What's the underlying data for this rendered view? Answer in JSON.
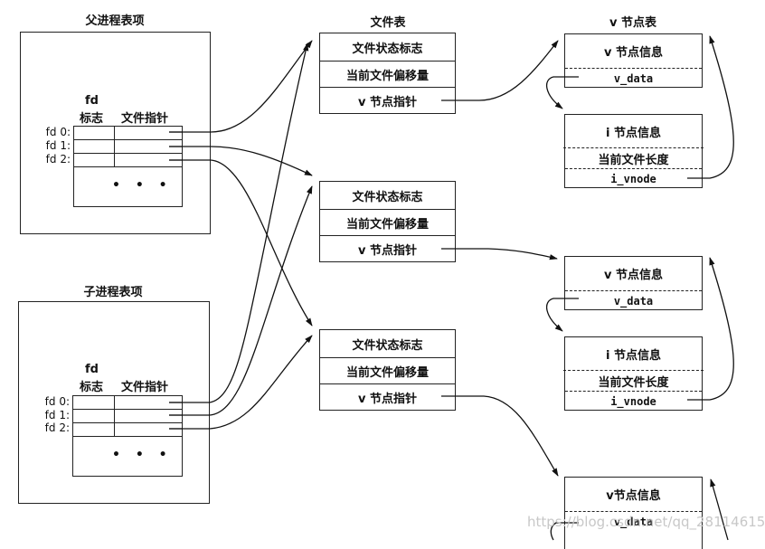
{
  "parent_process": {
    "title": "父进程表项",
    "fd_header_top": "fd",
    "fd_header_flags": "标志",
    "fd_header_pointer": "文件指针",
    "fd_rows": [
      "fd 0:",
      "fd 1:",
      "fd 2:"
    ],
    "ellipsis": "• • •"
  },
  "child_process": {
    "title": "子进程表项",
    "fd_header_top": "fd",
    "fd_header_flags": "标志",
    "fd_header_pointer": "文件指针",
    "fd_rows": [
      "fd 0:",
      "fd 1:",
      "fd 2:"
    ],
    "ellipsis": "• • •"
  },
  "file_table": {
    "title": "文件表",
    "entries": [
      {
        "status_flags": "文件状态标志",
        "offset": "当前文件偏移量",
        "vnode_ptr": "v 节点指针"
      },
      {
        "status_flags": "文件状态标志",
        "offset": "当前文件偏移量",
        "vnode_ptr": "v 节点指针"
      },
      {
        "status_flags": "文件状态标志",
        "offset": "当前文件偏移量",
        "vnode_ptr": "v 节点指针"
      }
    ]
  },
  "vnode_table": {
    "title": "v 节点表",
    "entries": [
      {
        "vnode_info": "v 节点信息",
        "v_data": "v_data",
        "inode_info": "i 节点信息",
        "file_length": "当前文件长度",
        "i_vnode": "i_vnode"
      },
      {
        "vnode_info": "v 节点信息",
        "v_data": "v_data",
        "inode_info": "i 节点信息",
        "file_length": "当前文件长度",
        "i_vnode": "i_vnode"
      },
      {
        "vnode_info": "v节点信息",
        "v_data": "v_data"
      }
    ]
  },
  "watermark": "https://blog.csdn.net/qq_28114615"
}
